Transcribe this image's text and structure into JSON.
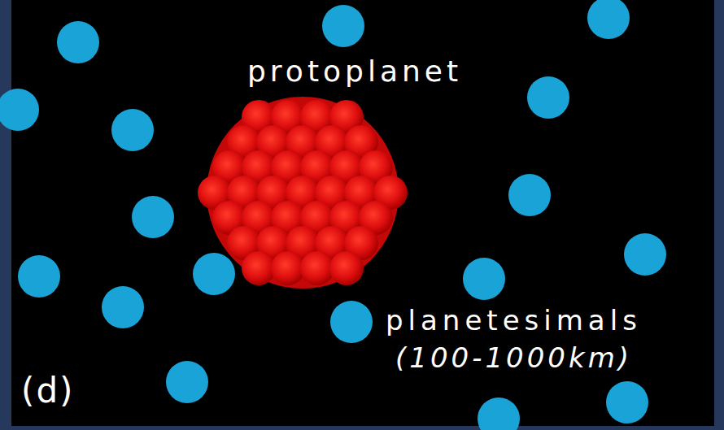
{
  "diagram": {
    "nodes": [
      {
        "text": [
          "protoplanet"
        ]
      }
    ],
    "labels": [
      "planetesimals",
      "(100-1000km)",
      "(d)"
    ]
  }
}
